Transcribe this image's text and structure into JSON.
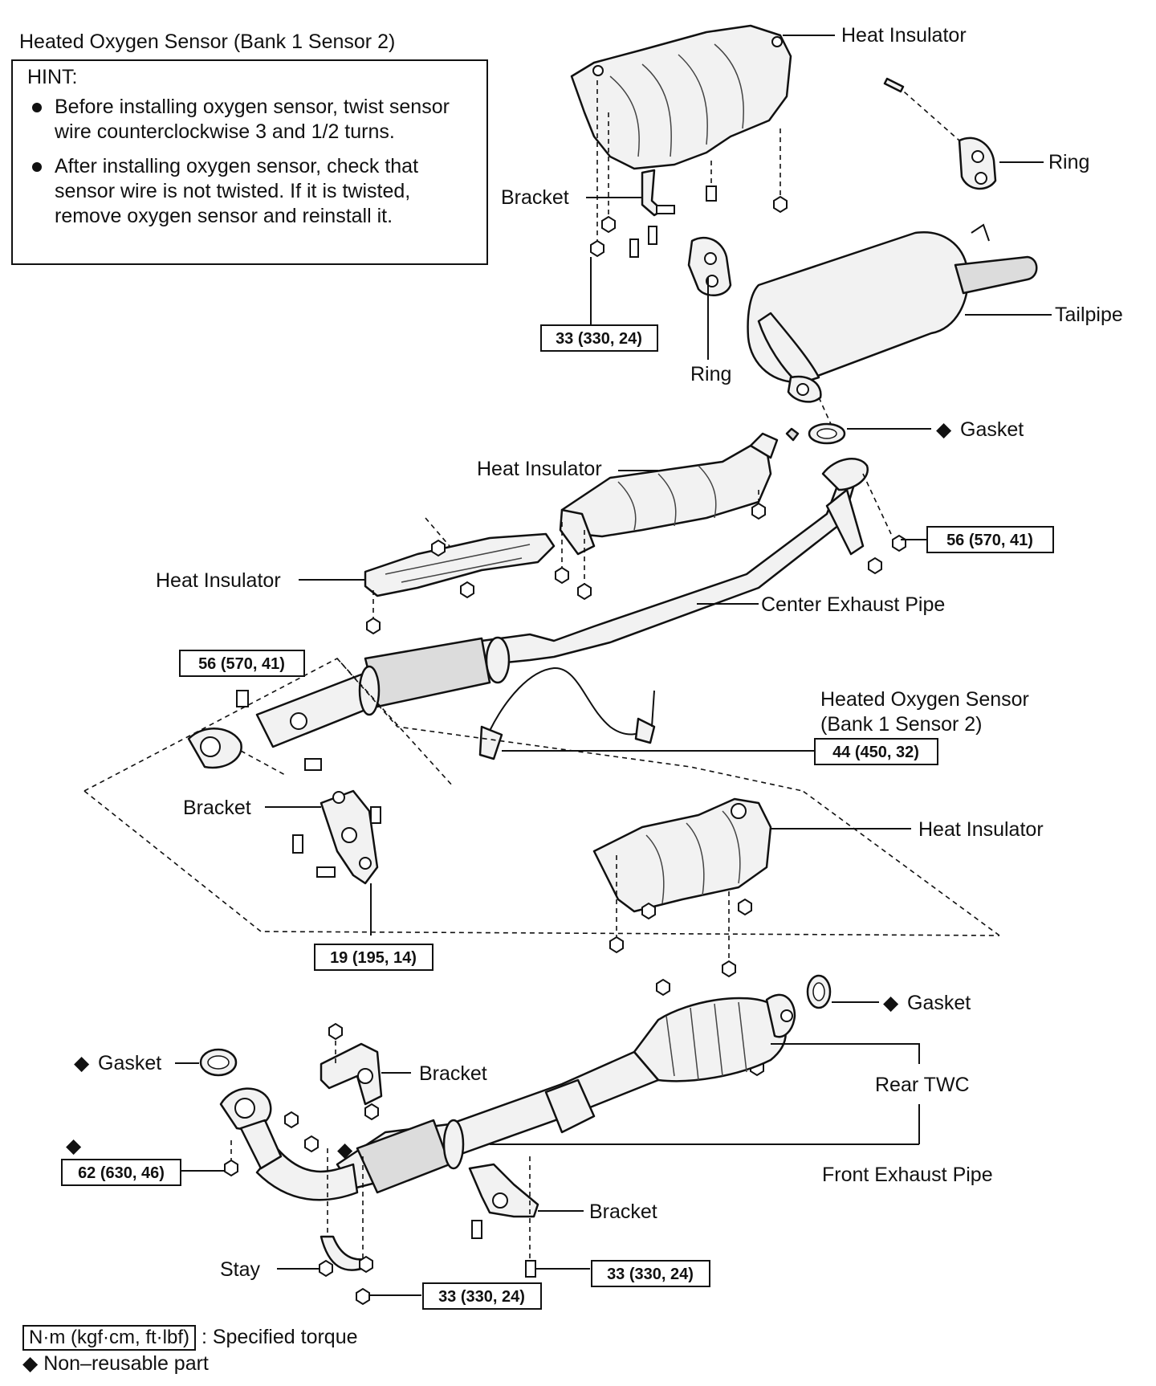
{
  "top_title": "Heated Oxygen Sensor (Bank 1 Sensor 2)",
  "hint": {
    "title": "HINT:",
    "items": [
      "Before installing oxygen sensor, twist sensor wire counterclockwise 3 and 1/2 turns.",
      "After installing oxygen sensor, check that sensor wire is not twisted. If it is twisted, remove oxygen sensor and reinstall it."
    ]
  },
  "labels": {
    "heat_insulator_top": "Heat Insulator",
    "ring_top": "Ring",
    "bracket_top": "Bracket",
    "tailpipe": "Tailpipe",
    "ring_mid": "Ring",
    "gasket_top": "Gasket",
    "heat_insulator_center": "Heat Insulator",
    "heat_insulator_left": "Heat Insulator",
    "center_exhaust_pipe": "Center Exhaust Pipe",
    "ho2s_line1": "Heated Oxygen Sensor",
    "ho2s_line2": "(Bank 1 Sensor 2)",
    "bracket_mid": "Bracket",
    "heat_insulator_twc": "Heat Insulator",
    "gasket_twc": "Gasket",
    "gasket_front": "Gasket",
    "bracket_front": "Bracket",
    "rear_twc": "Rear TWC",
    "front_exhaust_pipe": "Front Exhaust Pipe",
    "bracket_low": "Bracket",
    "stay": "Stay"
  },
  "torques": {
    "t1": "33 (330, 24)",
    "t2": "56 (570, 41)",
    "t3": "56 (570, 41)",
    "t4": "44 (450, 32)",
    "t5": "19 (195, 14)",
    "t6": "62 (630, 46)",
    "t7": "33 (330, 24)",
    "t8": "33 (330, 24)"
  },
  "symbols": {
    "non_reusable": "◆"
  },
  "legend": {
    "torque_unit": "N·m (kgf·cm, ft·lbf)",
    "torque_text": ": Specified torque",
    "non_reusable_text": "Non–reusable part"
  }
}
